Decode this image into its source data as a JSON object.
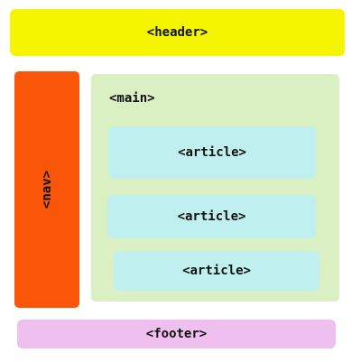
{
  "header": {
    "label": "<header>",
    "color": "#f5f500"
  },
  "nav": {
    "label": "<nav>",
    "color": "#fa560a"
  },
  "main": {
    "label": "<main>",
    "color": "#dbf0c2",
    "articles": [
      {
        "label": "<article>"
      },
      {
        "label": "<article>"
      },
      {
        "label": "<article>"
      }
    ],
    "article_color": "#bff0ef"
  },
  "footer": {
    "label": "<footer>",
    "color": "#efbff0"
  }
}
